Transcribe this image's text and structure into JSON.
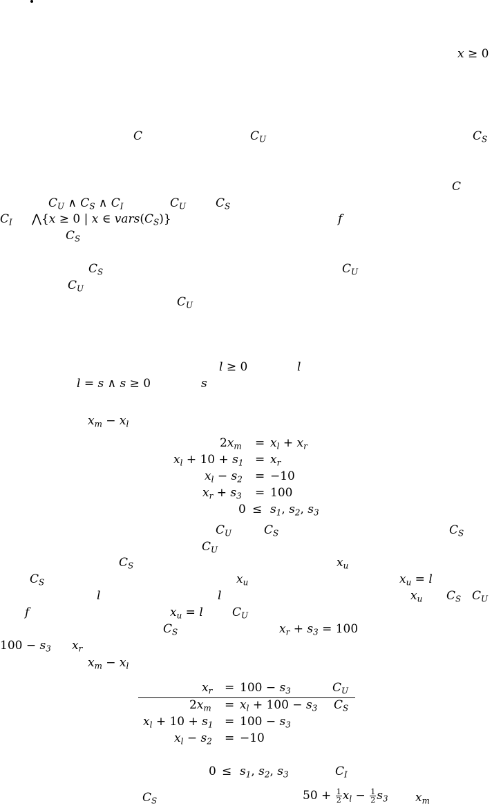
{
  "fragments": {
    "x_ge_0": "x ≥ 0",
    "c_1": "C",
    "cu_1": "CU",
    "cs_1": "CS",
    "c_2": "C",
    "conj": "CU ∧ CS ∧ CI",
    "cu_2": "CU",
    "cs_2": "CS",
    "ci_1": "CI",
    "bigwedge": "⋀{x ≥ 0 | x ∈ vars(CS)}",
    "f_1": "f",
    "cs_3": "CS",
    "cs_4": "CS",
    "cu_3": "CU",
    "cu_4": "CU",
    "cu_5": "CU",
    "l_ge_0": "l ≥ 0",
    "l_1": "l",
    "l_eq_s": "l = s ∧ s ≥ 0",
    "s_1": "s",
    "xm_xl_1": "xm − xl",
    "eq1_lhs": "2xm",
    "eq1_rhs": "xl + xr",
    "eq2_lhs": "xl + 10 + s1",
    "eq2_rhs": "xr",
    "eq3_lhs": "xl − s2",
    "eq3_rhs": "−10",
    "eq4_lhs": "xr + s3",
    "eq4_rhs": "100",
    "eq5_lhs": "0",
    "eq5_rhs": "s1, s2, s3",
    "cu_6": "CU",
    "cs_5": "CS",
    "cs_6": "CS",
    "cu_7": "CU",
    "cs_7": "CS",
    "xu_1": "xu",
    "cs_8": "CS",
    "xu_2": "xu",
    "xu_eq_l_1": "xu = l",
    "l_2": "l",
    "l_3": "l",
    "xu_3": "xu",
    "cs_9": "CS",
    "cu_8": "CU",
    "f_2": "f",
    "xu_eq_l_2": "xu = l",
    "cu_9": "CU",
    "cs_10": "CS",
    "xr_s3_100": "xr + s3 = 100",
    "hundred_s3": "100 − s3",
    "xr_1": "xr",
    "xm_xl_2": "xm − xl",
    "s1_lhs": "xr",
    "s1_rhs": "100 − s3",
    "s1_tag": "CU",
    "s2_lhs": "2xm",
    "s2_rhs": "xl + 100 − s3",
    "s2_tag": "CS",
    "s3_lhs": "xl + 10 + s1",
    "s3_rhs": "100 − s3",
    "s4_lhs": "xl − s2",
    "s4_rhs": "−10",
    "s5_lhs": "0",
    "s5_rhs": "s1, s2, s3",
    "s5_tag": "CI",
    "cs_11": "CS",
    "final_expr": "50 + ½xl − ½s3",
    "xm_1": "xm"
  }
}
